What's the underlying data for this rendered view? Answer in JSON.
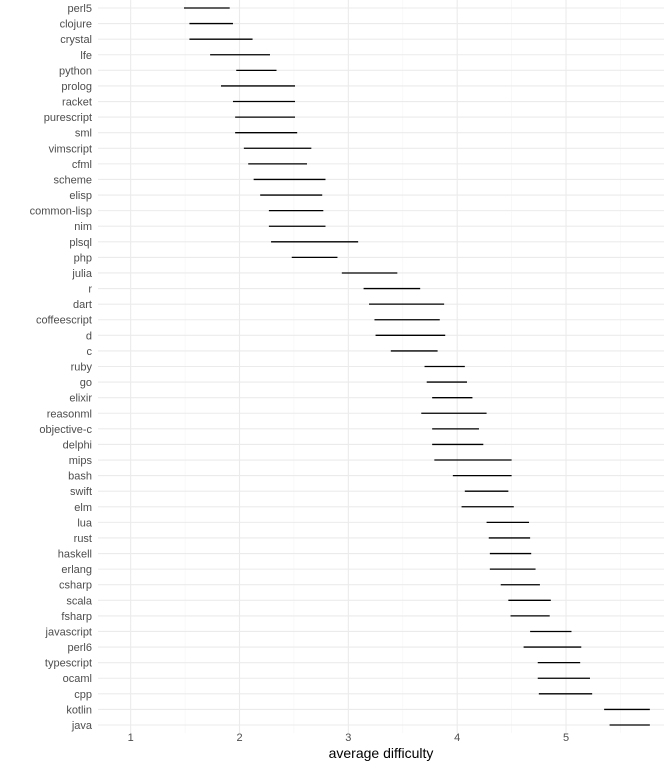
{
  "chart_data": {
    "type": "interval",
    "xlabel": "average difficulty",
    "ylabel": "",
    "title": "",
    "xlim": [
      0.7,
      5.9
    ],
    "xticks": [
      1,
      2,
      3,
      4,
      5
    ],
    "grid": true,
    "colors": {
      "interval": "#000000",
      "grid_major": "#ebebeb",
      "grid_minor": "#f5f5f5",
      "text": "#4d4d4d"
    },
    "categories": [
      "perl5",
      "clojure",
      "crystal",
      "lfe",
      "python",
      "prolog",
      "racket",
      "purescript",
      "sml",
      "vimscript",
      "cfml",
      "scheme",
      "elisp",
      "common-lisp",
      "nim",
      "plsql",
      "php",
      "julia",
      "r",
      "dart",
      "coffeescript",
      "d",
      "c",
      "ruby",
      "go",
      "elixir",
      "reasonml",
      "objective-c",
      "delphi",
      "mips",
      "bash",
      "swift",
      "elm",
      "lua",
      "rust",
      "haskell",
      "erlang",
      "csharp",
      "scala",
      "fsharp",
      "javascript",
      "perl6",
      "typescript",
      "ocaml",
      "cpp",
      "kotlin",
      "java"
    ],
    "low": [
      1.49,
      1.54,
      1.54,
      1.73,
      1.97,
      1.83,
      1.94,
      1.96,
      1.96,
      2.04,
      2.08,
      2.13,
      2.19,
      2.27,
      2.27,
      2.29,
      2.48,
      2.94,
      3.14,
      3.19,
      3.24,
      3.25,
      3.39,
      3.7,
      3.72,
      3.77,
      3.67,
      3.77,
      3.77,
      3.79,
      3.96,
      4.07,
      4.04,
      4.27,
      4.29,
      4.3,
      4.3,
      4.4,
      4.47,
      4.49,
      4.67,
      4.61,
      4.74,
      4.74,
      4.75,
      5.35,
      5.4
    ],
    "high": [
      1.91,
      1.94,
      2.12,
      2.28,
      2.34,
      2.51,
      2.51,
      2.51,
      2.53,
      2.66,
      2.62,
      2.79,
      2.76,
      2.77,
      2.79,
      3.09,
      2.9,
      3.45,
      3.66,
      3.88,
      3.84,
      3.89,
      3.82,
      4.07,
      4.09,
      4.14,
      4.27,
      4.2,
      4.24,
      4.5,
      4.5,
      4.47,
      4.52,
      4.66,
      4.67,
      4.68,
      4.72,
      4.76,
      4.86,
      4.85,
      5.05,
      5.14,
      5.13,
      5.22,
      5.24,
      5.77,
      5.77
    ]
  }
}
